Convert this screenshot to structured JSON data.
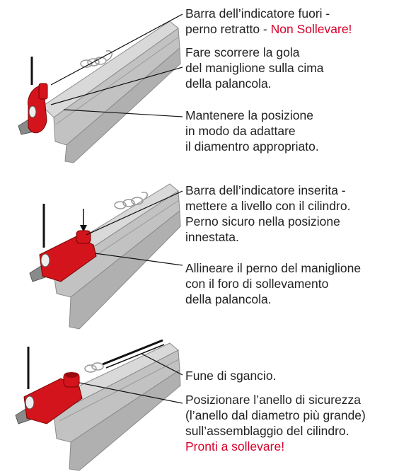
{
  "colors": {
    "clamp_red": "#d4141c",
    "pile_grey": "#bfbfbf",
    "warning_text": "#d6002a",
    "text": "#222222"
  },
  "steps": [
    {
      "callouts": [
        {
          "lines": [
            "Barra dell’indicatore fuori -"
          ],
          "line2_plain": "perno retratto - ",
          "line2_warning": "Non Sollevare!"
        },
        {
          "lines": [
            "Fare scorrere la gola",
            "del maniglione sulla cima",
            "della palancola."
          ]
        },
        {
          "lines": [
            "Mantenere la posizione",
            "in modo da adattare",
            "il diamentro appropriato."
          ]
        }
      ]
    },
    {
      "callouts": [
        {
          "lines": [
            "Barra dell’indicatore inserita -",
            "mettere a livello con il cilindro.",
            "Perno sicuro nella posizione",
            "innestata."
          ]
        },
        {
          "lines": [
            "Allineare il perno del maniglione",
            "con il foro di sollevamento",
            "della palancola."
          ]
        }
      ]
    },
    {
      "callouts": [
        {
          "lines": [
            "Fune di sgancio."
          ]
        },
        {
          "lines": [
            "Posizionare l’anello di sicurezza",
            "(l’anello dal diametro più grande)",
            "sull’assemblaggio del cilindro."
          ],
          "warning": "Pronti a sollevare!"
        }
      ]
    }
  ]
}
